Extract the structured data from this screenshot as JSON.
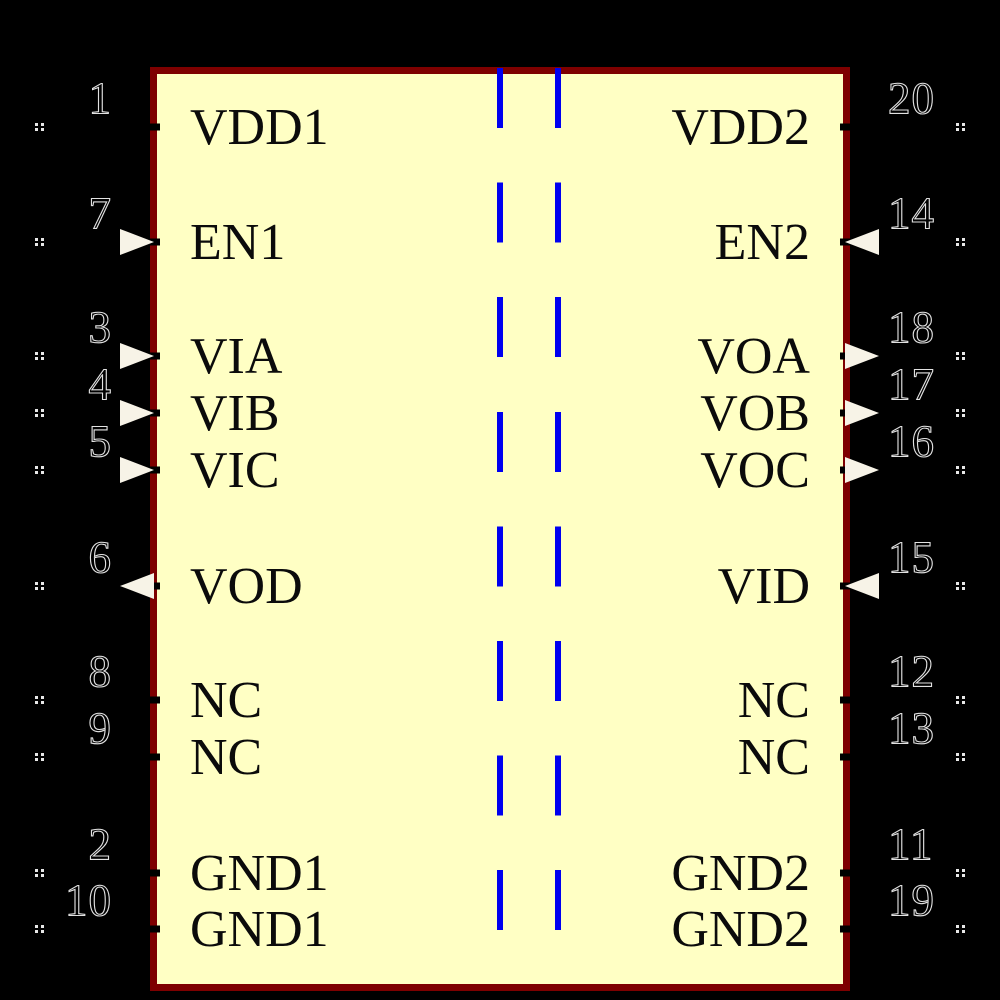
{
  "canvas": {
    "background": "#000000"
  },
  "component": {
    "body_fill": "#FFFFC4",
    "body_outline": "#7E0000",
    "isolation_barrier": {
      "style": "dashed",
      "lines": 2,
      "color": "#0000F0"
    }
  },
  "pins": {
    "left": [
      {
        "number": "1",
        "name": "VDD1",
        "arrow": null
      },
      {
        "number": "7",
        "name": "EN1",
        "arrow": "input"
      },
      {
        "number": "3",
        "name": "VIA",
        "arrow": "input"
      },
      {
        "number": "4",
        "name": "VIB",
        "arrow": "input"
      },
      {
        "number": "5",
        "name": "VIC",
        "arrow": "input"
      },
      {
        "number": "6",
        "name": "VOD",
        "arrow": "output"
      },
      {
        "number": "8",
        "name": "NC",
        "arrow": null
      },
      {
        "number": "9",
        "name": "NC",
        "arrow": null
      },
      {
        "number": "2",
        "name": "GND1",
        "arrow": null
      },
      {
        "number": "10",
        "name": "GND1",
        "arrow": null
      }
    ],
    "right": [
      {
        "number": "20",
        "name": "VDD2",
        "arrow": null
      },
      {
        "number": "14",
        "name": "EN2",
        "arrow": "input"
      },
      {
        "number": "18",
        "name": "VOA",
        "arrow": "output"
      },
      {
        "number": "17",
        "name": "VOB",
        "arrow": "output"
      },
      {
        "number": "16",
        "name": "VOC",
        "arrow": "output"
      },
      {
        "number": "15",
        "name": "VID",
        "arrow": "input"
      },
      {
        "number": "12",
        "name": "NC",
        "arrow": null
      },
      {
        "number": "13",
        "name": "NC",
        "arrow": null
      },
      {
        "number": "11",
        "name": "GND2",
        "arrow": null
      },
      {
        "number": "19",
        "name": "GND2",
        "arrow": null
      }
    ]
  },
  "colors": {
    "pin_number_outline": "#E2E2E2",
    "pin_label": "#0B0B0B",
    "arrow_fill": "#F7F3E7",
    "pin_end_marker": "#E8E8E8"
  }
}
